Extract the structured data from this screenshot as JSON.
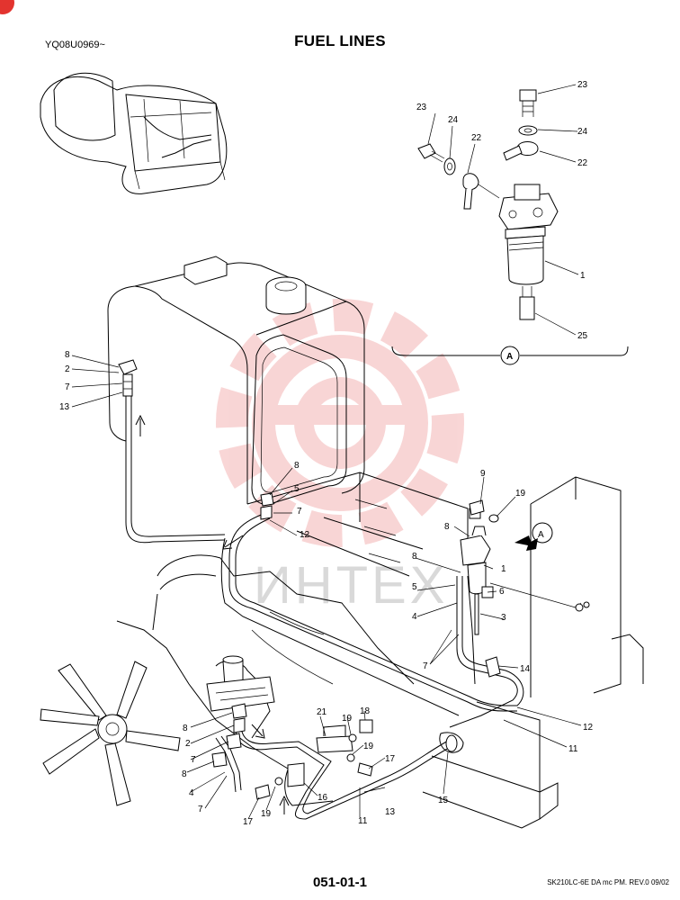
{
  "header": {
    "title": "FUEL LINES",
    "serial": "YQ08U0969~"
  },
  "footer": {
    "page_number": "051-01-1",
    "reference": "SK210LC-6E DA mc PM.  REV.0 09/02"
  },
  "watermark": {
    "text": "ИНТЕХ",
    "color": "#f4b4b4"
  },
  "detail_view": {
    "marker": "A"
  },
  "view_marker": "A",
  "callouts": {
    "c23a": "23",
    "c24a": "24",
    "c22a": "22",
    "c23b": "23",
    "c24b": "24",
    "c22b": "22",
    "c1a": "1",
    "c25": "25",
    "t8": "8",
    "t2": "2",
    "t7": "7",
    "t13": "13",
    "m8": "8",
    "m5": "5",
    "m7": "7",
    "m12": "12",
    "r9": "9",
    "r19": "19",
    "r8a": "8",
    "r8b": "8",
    "r1": "1",
    "r5": "5",
    "r6": "6",
    "r4": "4",
    "r3": "3",
    "r7": "7",
    "r14": "14",
    "r12": "12",
    "r11": "11",
    "e8a": "8",
    "e2": "2",
    "e7a": "7",
    "e8b": "8",
    "e4": "4",
    "e7b": "7",
    "b21": "21",
    "b19a": "19",
    "b18": "18",
    "b19b": "19",
    "b17a": "17",
    "b16": "16",
    "b15": "15",
    "b13": "13",
    "b11": "11",
    "b19c": "19",
    "b17b": "17"
  },
  "colors": {
    "corner_mark": "#e3342f",
    "watermark_gear": "#f4b4b4"
  }
}
